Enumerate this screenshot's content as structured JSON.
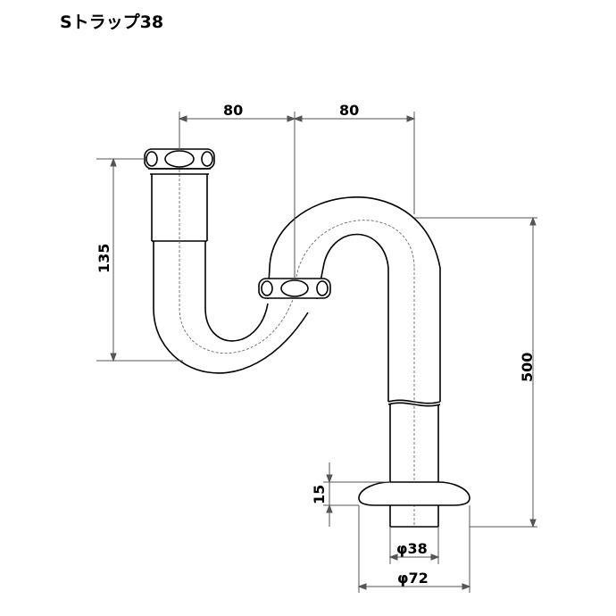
{
  "title": "Sトラップ38",
  "dimensions": {
    "top_left_width": "80",
    "top_right_width": "80",
    "inlet_height": "135",
    "total_height": "500",
    "flange_height": "15",
    "pipe_diameter": "φ38",
    "flange_diameter": "φ72"
  },
  "colors": {
    "line": "#000000",
    "dim_line": "#555555",
    "background": "#ffffff"
  }
}
